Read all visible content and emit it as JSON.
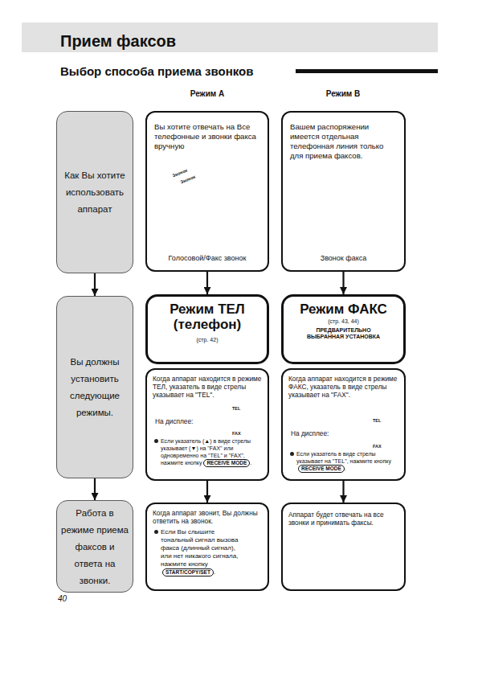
{
  "diagram": {
    "title": "Прием факсов",
    "nodes": [
      {
        "text": [
          "Как Вы хотите использовать аппарат"
        ]
      },
      {
        "text": [
          "Вы хотите отвечать на Все телефонные и звонки факса вручную",
          "Голосовой/Факс звонок"
        ]
      },
      {
        "text": [
          "Вашем распоряжении имеется отдельная телефонная линия только для приема факсов.",
          "Звонок факса"
        ]
      },
      {
        "text": [
          "Вы должны установить следующие режимы."
        ]
      },
      {
        "text": [
          "Режим ТЕЛ (телефон)",
          "(стр. 42)"
        ]
      },
      {
        "text": [
          "Режим ФАКС",
          "(стр. 43, 44)",
          "ПРЕДВАРИТЕЛЬНО ВЫБРАННАЯ УСТАНОВКА"
        ]
      },
      {
        "text": [
          "Когда аппарат находится в режиме ТЕЛ, указатель в виде стрелы указывает на \"TEL\".",
          "На дисплее:",
          "TEL",
          "FAX",
          "Если указатель (▲) в виде стрелы указывает (▼) на \"FAX\" или одновременно на \"TEL\" и \"FAX\", нажмите кнопку",
          "RECEIVE MODE",
          "."
        ]
      },
      {
        "text": [
          "Когда аппарат находится в режиме ФАКС, указатель в виде стрелы указывает на \"FAX\".",
          "На дисплее:",
          "TEL",
          "FAX",
          "Если указатель в виде стрелы указывает на \"TEL\", нажмите кнопку",
          "RECEIVE MODE",
          "."
        ]
      },
      {
        "text": [
          "Работа в режиме приема факсов и ответа на звонки."
        ]
      },
      {
        "text": [
          "Когда аппарат звонит, Вы должны ответить на звонок.",
          "Если Вы слышите тональный сигнал вызова факса (длинный сигнал), или нет никакого сигнала, нажмите кнопку",
          "START/COPY/SET",
          "."
        ]
      },
      {
        "text": [
          "Аппарат будет отвечать на все звонки и принимать факсы."
        ]
      }
    ],
    "edges": [
      {
        "from": 0,
        "to": 3,
        "arrow": "to"
      },
      {
        "from": 3,
        "to": 8,
        "arrow": "to"
      },
      {
        "from": 1,
        "to": 4,
        "arrow": "to"
      },
      {
        "from": 2,
        "to": 5,
        "arrow": "to"
      },
      {
        "from": 6,
        "to": 9,
        "arrow": "to"
      },
      {
        "from": 7,
        "to": 10,
        "arrow": "to"
      }
    ],
    "labels": [
      "Выбор способа приема звонков",
      "Режим A",
      "Режим B",
      "Звонок",
      "Звонок",
      "40"
    ]
  }
}
